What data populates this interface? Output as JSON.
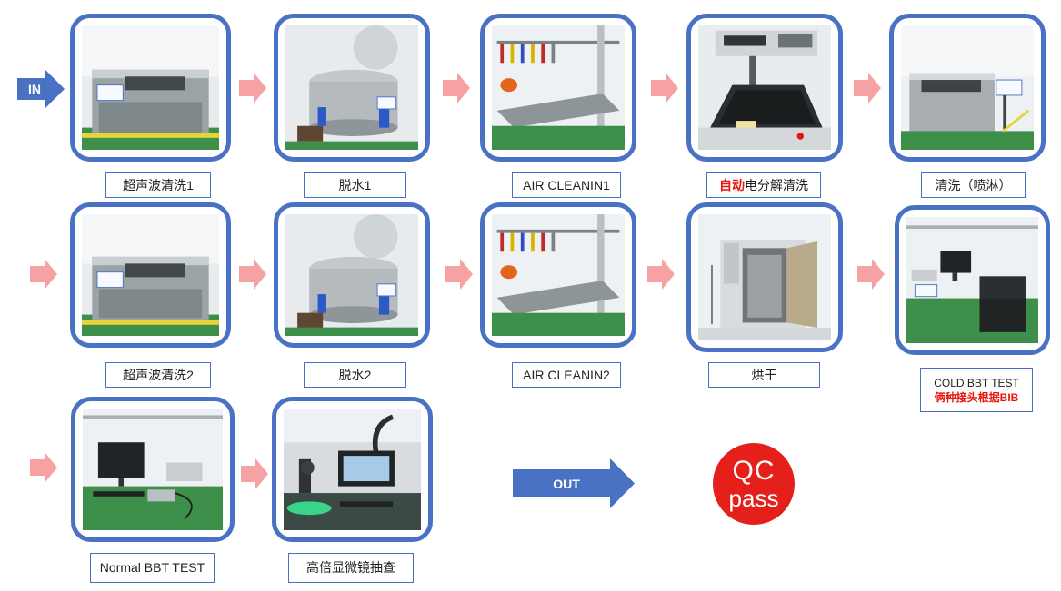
{
  "flow": {
    "in_label": "IN",
    "out_label": "OUT",
    "qc_line1": "QC",
    "qc_line2": "pass",
    "colors": {
      "frame": "#4a72c4",
      "step_arrow": "#f7a2a2",
      "io_arrow": "#4a72c4",
      "highlight": "#e8140e",
      "qc_badge": "#e5201b"
    }
  },
  "steps": [
    {
      "label": "超声波清洗1",
      "photo": "ultrasonic-tank"
    },
    {
      "label": "脱水1",
      "photo": "dehydrator"
    },
    {
      "label": "AIR CLEANIN1",
      "photo": "air-clean-table"
    },
    {
      "label_highlight": "自动",
      "label_rest": "电分解清洗",
      "photo": "auto-electrolysis-machine"
    },
    {
      "label": "清洗（喷淋）",
      "photo": "spray-tank"
    },
    {
      "label": "超声波清洗2",
      "photo": "ultrasonic-tank"
    },
    {
      "label": "脱水2",
      "photo": "dehydrator"
    },
    {
      "label": "AIR CLEANIN2",
      "photo": "air-clean-table"
    },
    {
      "label": "烘干",
      "photo": "drying-oven"
    },
    {
      "label": "COLD BBT TEST",
      "label_line2": "俩种接头根据BIB",
      "photo": "cold-bbt-station"
    },
    {
      "label": "Normal BBT TEST",
      "photo": "normal-bbt-station"
    },
    {
      "label": "高倍显微镜抽查",
      "photo": "microscope-station"
    }
  ]
}
